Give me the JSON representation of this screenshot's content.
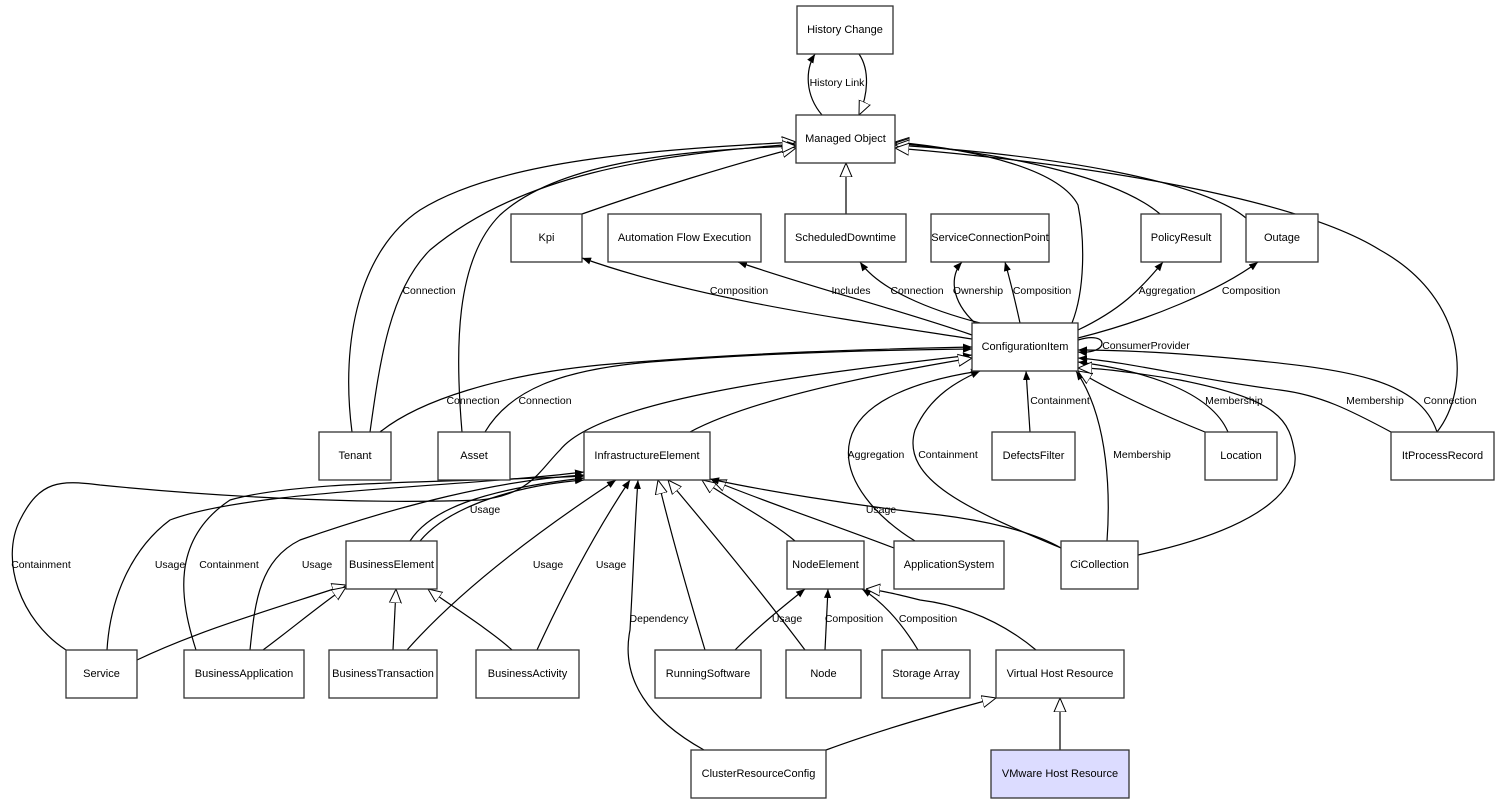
{
  "diagram": {
    "title": "",
    "nodes": [
      {
        "id": "history_change",
        "label": "History Change"
      },
      {
        "id": "managed_object",
        "label": "Managed Object"
      },
      {
        "id": "kpi",
        "label": "Kpi"
      },
      {
        "id": "automation_flow_execution",
        "label": "Automation Flow Execution"
      },
      {
        "id": "scheduled_downtime",
        "label": "ScheduledDowntime"
      },
      {
        "id": "service_connection_point",
        "label": "ServiceConnectionPoint"
      },
      {
        "id": "policy_result",
        "label": "PolicyResult"
      },
      {
        "id": "outage",
        "label": "Outage"
      },
      {
        "id": "configuration_item",
        "label": "ConfigurationItem"
      },
      {
        "id": "tenant",
        "label": "Tenant"
      },
      {
        "id": "asset",
        "label": "Asset"
      },
      {
        "id": "infrastructure_element",
        "label": "InfrastructureElement"
      },
      {
        "id": "defects_filter",
        "label": "DefectsFilter"
      },
      {
        "id": "location",
        "label": "Location"
      },
      {
        "id": "it_process_record",
        "label": "ItProcessRecord"
      },
      {
        "id": "business_element",
        "label": "BusinessElement"
      },
      {
        "id": "node_element",
        "label": "NodeElement"
      },
      {
        "id": "application_system",
        "label": "ApplicationSystem"
      },
      {
        "id": "ci_collection",
        "label": "CiCollection"
      },
      {
        "id": "service",
        "label": "Service"
      },
      {
        "id": "business_application",
        "label": "BusinessApplication"
      },
      {
        "id": "business_transaction",
        "label": "BusinessTransaction"
      },
      {
        "id": "business_activity",
        "label": "BusinessActivity"
      },
      {
        "id": "running_software",
        "label": "RunningSoftware"
      },
      {
        "id": "node",
        "label": "Node"
      },
      {
        "id": "storage_array",
        "label": "Storage Array"
      },
      {
        "id": "virtual_host_resource",
        "label": "Virtual Host Resource"
      },
      {
        "id": "cluster_resource_config",
        "label": "ClusterResourceConfig"
      },
      {
        "id": "vmware_host_resource",
        "label": "VMware Host Resource",
        "highlighted": true
      }
    ],
    "edges": [
      {
        "from": "managed_object",
        "to": "history_change",
        "label": "History Link",
        "type": "association"
      },
      {
        "from": "history_change",
        "to": "managed_object",
        "label": "",
        "type": "inheritance"
      },
      {
        "from": "kpi",
        "to": "managed_object",
        "label": "",
        "type": "inheritance"
      },
      {
        "from": "scheduled_downtime",
        "to": "managed_object",
        "label": "",
        "type": "inheritance"
      },
      {
        "from": "tenant",
        "to": "managed_object",
        "label": "",
        "type": "inheritance"
      },
      {
        "from": "tenant",
        "to": "managed_object",
        "label": "Connection",
        "type": "association"
      },
      {
        "from": "asset",
        "to": "managed_object",
        "label": "",
        "type": "inheritance"
      },
      {
        "from": "configuration_item",
        "to": "managed_object",
        "label": "",
        "type": "inheritance"
      },
      {
        "from": "policy_result",
        "to": "managed_object",
        "label": "",
        "type": "inheritance"
      },
      {
        "from": "outage",
        "to": "managed_object",
        "label": "",
        "type": "inheritance"
      },
      {
        "from": "it_process_record",
        "to": "managed_object",
        "label": "",
        "type": "inheritance"
      },
      {
        "from": "configuration_item",
        "to": "kpi",
        "label": "Composition",
        "type": "association"
      },
      {
        "from": "configuration_item",
        "to": "automation_flow_execution",
        "label": "Includes",
        "type": "association"
      },
      {
        "from": "configuration_item",
        "to": "scheduled_downtime",
        "label": "Connection",
        "type": "association"
      },
      {
        "from": "configuration_item",
        "to": "service_connection_point",
        "label": "Ownership",
        "type": "association"
      },
      {
        "from": "configuration_item",
        "to": "service_connection_point",
        "label": "Composition",
        "type": "association"
      },
      {
        "from": "configuration_item",
        "to": "policy_result",
        "label": "Aggregation",
        "type": "association"
      },
      {
        "from": "configuration_item",
        "to": "outage",
        "label": "Composition",
        "type": "association"
      },
      {
        "from": "configuration_item",
        "to": "configuration_item",
        "label": "ConsumerProvider",
        "type": "association"
      },
      {
        "from": "tenant",
        "to": "configuration_item",
        "label": "Connection",
        "type": "association"
      },
      {
        "from": "asset",
        "to": "configuration_item",
        "label": "Connection",
        "type": "association"
      },
      {
        "from": "service",
        "to": "configuration_item",
        "label": "Containment",
        "type": "association"
      },
      {
        "from": "infrastructure_element",
        "to": "configuration_item",
        "label": "",
        "type": "inheritance"
      },
      {
        "from": "application_system",
        "to": "configuration_item",
        "label": "Aggregation",
        "type": "association"
      },
      {
        "from": "ci_collection",
        "to": "configuration_item",
        "label": "Containment",
        "type": "association"
      },
      {
        "from": "defects_filter",
        "to": "configuration_item",
        "label": "Containment",
        "type": "association"
      },
      {
        "from": "ci_collection",
        "to": "configuration_item",
        "label": "Membership",
        "type": "association"
      },
      {
        "from": "location",
        "to": "configuration_item",
        "label": "",
        "type": "inheritance"
      },
      {
        "from": "location",
        "to": "configuration_item",
        "label": "Membership",
        "type": "association"
      },
      {
        "from": "ci_collection",
        "to": "configuration_item",
        "label": "",
        "type": "inheritance"
      },
      {
        "from": "it_process_record",
        "to": "configuration_item",
        "label": "Membership",
        "type": "association"
      },
      {
        "from": "it_process_record",
        "to": "configuration_item",
        "label": "Connection",
        "type": "association"
      },
      {
        "from": "service",
        "to": "infrastructure_element",
        "label": "Usage",
        "type": "association"
      },
      {
        "from": "business_application",
        "to": "infrastructure_element",
        "label": "Containment",
        "type": "association"
      },
      {
        "from": "business_application",
        "to": "infrastructure_element",
        "label": "Usage",
        "type": "association"
      },
      {
        "from": "business_element",
        "to": "infrastructure_element",
        "label": "",
        "type": "association"
      },
      {
        "from": "business_element",
        "to": "infrastructure_element",
        "label": "Usage",
        "type": "association"
      },
      {
        "from": "business_transaction",
        "to": "infrastructure_element",
        "label": "Usage",
        "type": "association"
      },
      {
        "from": "business_activity",
        "to": "infrastructure_element",
        "label": "Usage",
        "type": "association"
      },
      {
        "from": "cluster_resource_config",
        "to": "infrastructure_element",
        "label": "Dependency",
        "type": "association"
      },
      {
        "from": "running_software",
        "to": "infrastructure_element",
        "label": "",
        "type": "inheritance"
      },
      {
        "from": "node",
        "to": "infrastructure_element",
        "label": "",
        "type": "inheritance"
      },
      {
        "from": "node_element",
        "to": "infrastructure_element",
        "label": "",
        "type": "inheritance"
      },
      {
        "from": "application_system",
        "to": "infrastructure_element",
        "label": "",
        "type": "inheritance"
      },
      {
        "from": "ci_collection",
        "to": "infrastructure_element",
        "label": "Usage",
        "type": "association"
      },
      {
        "from": "service",
        "to": "business_element",
        "label": "",
        "type": "inheritance"
      },
      {
        "from": "business_application",
        "to": "business_element",
        "label": "",
        "type": "inheritance"
      },
      {
        "from": "business_transaction",
        "to": "business_element",
        "label": "",
        "type": "inheritance"
      },
      {
        "from": "business_activity",
        "to": "business_element",
        "label": "",
        "type": "inheritance"
      },
      {
        "from": "running_software",
        "to": "node_element",
        "label": "Usage",
        "type": "association"
      },
      {
        "from": "node",
        "to": "node_element",
        "label": "Composition",
        "type": "association"
      },
      {
        "from": "storage_array",
        "to": "node_element",
        "label": "Composition",
        "type": "association"
      },
      {
        "from": "virtual_host_resource",
        "to": "node_element",
        "label": "",
        "type": "inheritance"
      },
      {
        "from": "cluster_resource_config",
        "to": "virtual_host_resource",
        "label": "",
        "type": "inheritance"
      },
      {
        "from": "vmware_host_resource",
        "to": "virtual_host_resource",
        "label": "",
        "type": "inheritance"
      }
    ]
  }
}
